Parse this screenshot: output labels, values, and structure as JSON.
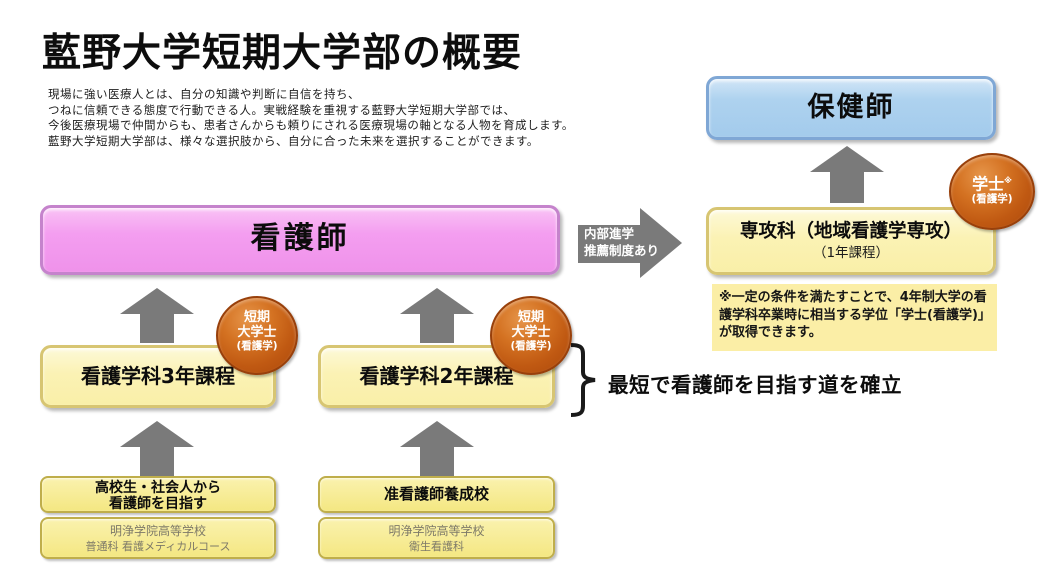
{
  "slide": {
    "title": "藍野大学短期大学部の概要",
    "intro": {
      "line1": "現場に強い医療人とは、自分の知識や判断に自信を持ち、",
      "line2": "つねに信頼できる態度で行動できる人。実戦経験を重視する藍野大学短期大学部では、",
      "line3": "今後医療現場で仲間からも、患者さんからも頼りにされる医療現場の軸となる人物を育成します。",
      "line4": "藍野大学短期大学部は、様々な選択肢から、自分に合った未来を選択することができます。"
    }
  },
  "goal_boxes": {
    "hokenshi": "保健師",
    "kangoshi": "看護師"
  },
  "course_boxes": {
    "senkoka_title": "専攻科（地域看護学専攻）",
    "senkoka_sub": "（1年課程）",
    "course3": "看護学科3年課程",
    "course2": "看護学科2年課程"
  },
  "entry_boxes": {
    "highschool_line1": "高校生・社会人から",
    "highschool_line2": "看護師を目指す",
    "junkan": "准看護師養成校",
    "meijo_medical_line1": "明浄学院高等学校",
    "meijo_medical_line2": "普通科 看護メディカルコース",
    "meijo_eisei_line1": "明浄学院高等学校",
    "meijo_eisei_line2": "衛生看護科"
  },
  "badges": {
    "gakushi": {
      "main": "学士",
      "sup": "※",
      "sub": "(看護学)"
    },
    "tanki_left": {
      "line1": "短期",
      "line2": "大学士",
      "sub": "(看護学)"
    },
    "tanki_right": {
      "line1": "短期",
      "line2": "大学士",
      "sub": "(看護学)"
    }
  },
  "arrow_labels": {
    "naibu_line1": "内部進学",
    "naibu_line2": "推薦制度あり"
  },
  "annotations": {
    "gakushi_note": "※一定の条件を満たすことで、4年制大学の看護学科卒業時に相当する学位「学士(看護学)」が取得できます。",
    "shortest_path": "最短で看護師を目指す道を確立"
  },
  "colors": {
    "hokenshi_fill": "#aed2ef",
    "hokenshi_border": "#7fa7d5",
    "kangoshi_fill": "#f49ef0",
    "kangoshi_border": "#c583cc",
    "course_fill": "#fbf2b4",
    "course_border": "#d7c572",
    "entry_fill": "#f4e782",
    "entry_border": "#bfae4b",
    "note_fill": "#fbeea6",
    "arrow_gray": "#7a7a7a",
    "badge_orange": "#c05912",
    "badge_border": "#98400b"
  }
}
